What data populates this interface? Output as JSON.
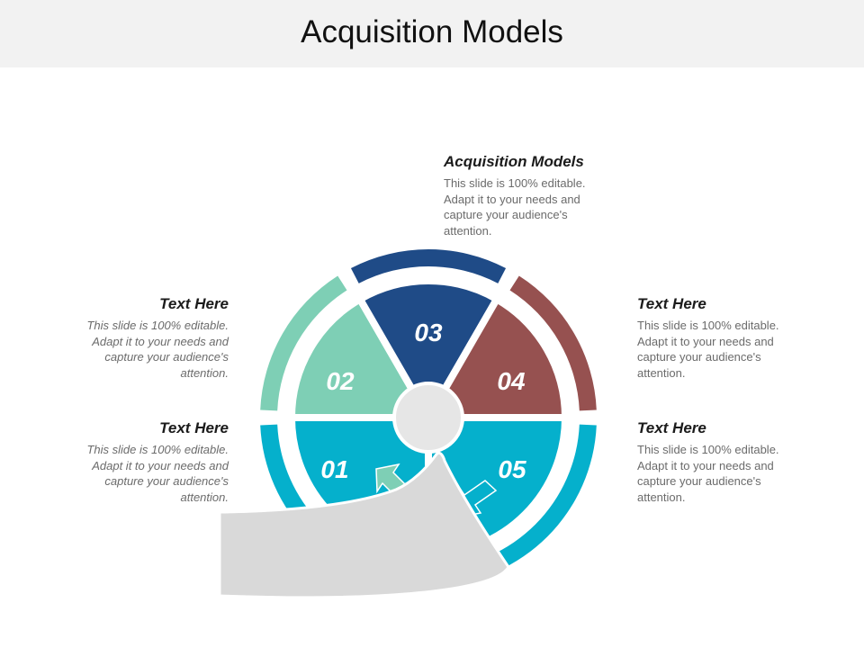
{
  "header": {
    "title": "Acquisition Models"
  },
  "blocks": {
    "top": {
      "heading": "Acquisition Models",
      "text": "This slide is 100% editable. Adapt it to your needs and capture your audience's attention."
    },
    "left_top": {
      "heading": "Text Here",
      "text": "This slide is 100% editable. Adapt it to your needs and capture your audience's attention."
    },
    "left_bottom": {
      "heading": "Text Here",
      "text": "This slide is 100% editable. Adapt it to your needs and capture your audience's attention."
    },
    "right_top": {
      "heading": "Text Here",
      "text": "This slide is 100% editable. Adapt it to your needs and capture your audience's attention."
    },
    "right_bottom": {
      "heading": "Text Here",
      "text": "This slide is 100% editable. Adapt it to your needs and capture your audience's attention."
    }
  },
  "segments": [
    {
      "number": "01",
      "color": "#05b0cc"
    },
    {
      "number": "02",
      "color": "#7ecfb5"
    },
    {
      "number": "03",
      "color": "#1f4b87"
    },
    {
      "number": "04",
      "color": "#965150"
    },
    {
      "number": "05",
      "color": "#05b0cc"
    }
  ],
  "colors": {
    "hub": "#e6e6e6",
    "hand": "#d9d9d9",
    "arrow_left": "#7ecfb5",
    "arrow_right": "#05b0cc"
  }
}
